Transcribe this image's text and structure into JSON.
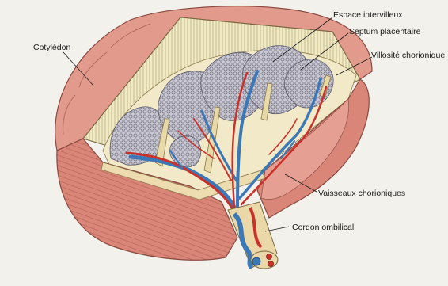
{
  "labels": {
    "cotyledon": "Cotylédon",
    "espace": "Espace intervilleux",
    "septum": "Septum placentaire",
    "villosite": "Villosité chorionique",
    "vaisseaux": "Vaisseaux chorioniques",
    "cordon": "Cordon ombilical"
  },
  "colors": {
    "background": "#f3f1ec",
    "maternal_tissue": "#d9867a",
    "decidua": "#e9a395",
    "cut_section": "#f0e9c4",
    "artery": "#c8322a",
    "vein": "#3a78b8",
    "villi": "#9a9aa8",
    "leader": "#1a1a1a"
  }
}
